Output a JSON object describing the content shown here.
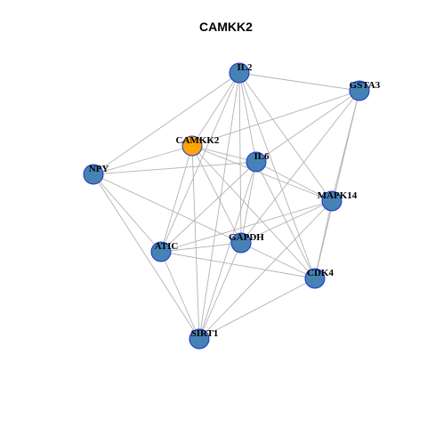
{
  "title": "CAMKK2",
  "colors": {
    "focus_fill": "#FFA500",
    "node_fill": "#4682B4",
    "node_stroke": "#1A33CC",
    "edge": "#B3B3B3"
  },
  "nodes": [
    {
      "id": "IL2",
      "label": "IL2",
      "focus": false
    },
    {
      "id": "GSTA3",
      "label": "GSTA3",
      "focus": false
    },
    {
      "id": "CAMKK2",
      "label": "CAMKK2",
      "focus": true
    },
    {
      "id": "IL6",
      "label": "IL6",
      "focus": false
    },
    {
      "id": "NPY",
      "label": "NPY",
      "focus": false
    },
    {
      "id": "MAPK14",
      "label": "MAPK14",
      "focus": false
    },
    {
      "id": "GAPDH",
      "label": "GAPDH",
      "focus": false
    },
    {
      "id": "ATIC",
      "label": "ATIC",
      "focus": false
    },
    {
      "id": "CDK4",
      "label": "CDK4",
      "focus": false
    },
    {
      "id": "SIRT1",
      "label": "SIRT1",
      "focus": false
    }
  ],
  "edges": [
    [
      "IL2",
      "GSTA3"
    ],
    [
      "IL2",
      "CAMKK2"
    ],
    [
      "IL2",
      "IL6"
    ],
    [
      "IL2",
      "NPY"
    ],
    [
      "IL2",
      "MAPK14"
    ],
    [
      "IL2",
      "GAPDH"
    ],
    [
      "IL2",
      "CDK4"
    ],
    [
      "IL2",
      "ATIC"
    ],
    [
      "IL2",
      "SIRT1"
    ],
    [
      "GSTA3",
      "CAMKK2"
    ],
    [
      "GSTA3",
      "IL6"
    ],
    [
      "GSTA3",
      "MAPK14"
    ],
    [
      "GSTA3",
      "CDK4"
    ],
    [
      "GSTA3",
      "GAPDH"
    ],
    [
      "CAMKK2",
      "IL6"
    ],
    [
      "CAMKK2",
      "NPY"
    ],
    [
      "CAMKK2",
      "MAPK14"
    ],
    [
      "CAMKK2",
      "GAPDH"
    ],
    [
      "CAMKK2",
      "ATIC"
    ],
    [
      "CAMKK2",
      "CDK4"
    ],
    [
      "CAMKK2",
      "SIRT1"
    ],
    [
      "IL6",
      "NPY"
    ],
    [
      "IL6",
      "MAPK14"
    ],
    [
      "IL6",
      "GAPDH"
    ],
    [
      "IL6",
      "ATIC"
    ],
    [
      "IL6",
      "CDK4"
    ],
    [
      "IL6",
      "SIRT1"
    ],
    [
      "NPY",
      "GAPDH"
    ],
    [
      "NPY",
      "ATIC"
    ],
    [
      "NPY",
      "SIRT1"
    ],
    [
      "MAPK14",
      "GAPDH"
    ],
    [
      "MAPK14",
      "ATIC"
    ],
    [
      "MAPK14",
      "CDK4"
    ],
    [
      "MAPK14",
      "SIRT1"
    ],
    [
      "GAPDH",
      "ATIC"
    ],
    [
      "GAPDH",
      "CDK4"
    ],
    [
      "GAPDH",
      "SIRT1"
    ],
    [
      "ATIC",
      "CDK4"
    ],
    [
      "ATIC",
      "SIRT1"
    ],
    [
      "CDK4",
      "SIRT1"
    ]
  ]
}
